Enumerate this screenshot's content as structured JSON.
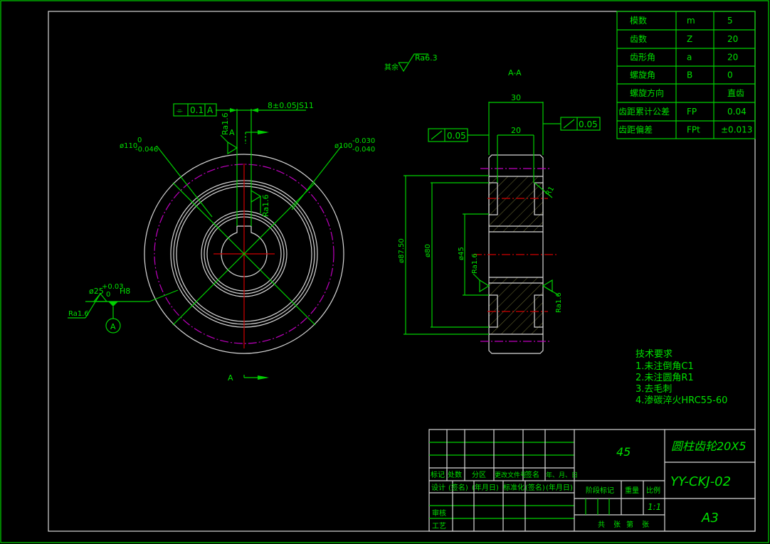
{
  "params": [
    {
      "name": "模数",
      "sym": "m",
      "val": "5"
    },
    {
      "name": "齿数",
      "sym": "Z",
      "val": "20"
    },
    {
      "name": "齿形角",
      "sym": "a",
      "val": "20"
    },
    {
      "name": "螺旋角",
      "sym": "B",
      "val": "0"
    },
    {
      "name": "螺旋方向",
      "sym": "",
      "val": "直齿"
    },
    {
      "name": "齿距累计公差",
      "sym": "FP",
      "val": "0.04"
    },
    {
      "name": "齿距偏差",
      "sym": "FPt",
      "val": "±0.013"
    }
  ],
  "front": {
    "tol_frame": {
      "sym": "⌯",
      "val": "0.1",
      "datum": "A"
    },
    "key_dim": "8±0.05JS11",
    "ra_top": "Ra1.6",
    "section_mark": "A",
    "d110": "ø110",
    "d110_up": "0",
    "d110_lo": "-0.046",
    "d100": "ø100",
    "d100_up": "-0.030",
    "d100_lo": "-0.040",
    "ra_key": "Ra1.6",
    "d25": "ø25",
    "d25_up": "+0.03",
    "d25_lo": "0",
    "d25_fit": "H8",
    "ra_bore": "Ra1.6",
    "datum": "A"
  },
  "section": {
    "title": "A-A",
    "rest_label": "其余",
    "rest_ra": "Ra6.3",
    "w30": "30",
    "w20": "20",
    "runout_left": "0.05",
    "runout_right": "0.05",
    "d8750": "ø87.50",
    "d80": "ø80",
    "d45": "ø45",
    "ra_left": "Ra1.6",
    "ra_right": "Ra1.6",
    "r1": "R1"
  },
  "notes": {
    "title": "技术要求",
    "items": [
      "1.未注倒角C1",
      "2.未注圆角R1",
      "3.去毛刺",
      "4.渗碳淬火HRC55-60"
    ]
  },
  "title_block": {
    "material": "45",
    "part_name": "圆柱齿轮20X5",
    "drawing_no": "YY-CKJ-02",
    "size": "A3",
    "headers": [
      "标记",
      "处数",
      "分区",
      "更改文件号",
      "签名",
      "年、月、日"
    ],
    "design": [
      "设计",
      "(签名)",
      "(年月日)",
      "标准化",
      "(签名)",
      "(年月日)"
    ],
    "review": "审核",
    "process": "工艺",
    "stage": "阶段标记",
    "weight": "重量",
    "scale_label": "比例",
    "scale": "1:1",
    "sheets": [
      "共",
      "张",
      "第",
      "张"
    ]
  }
}
